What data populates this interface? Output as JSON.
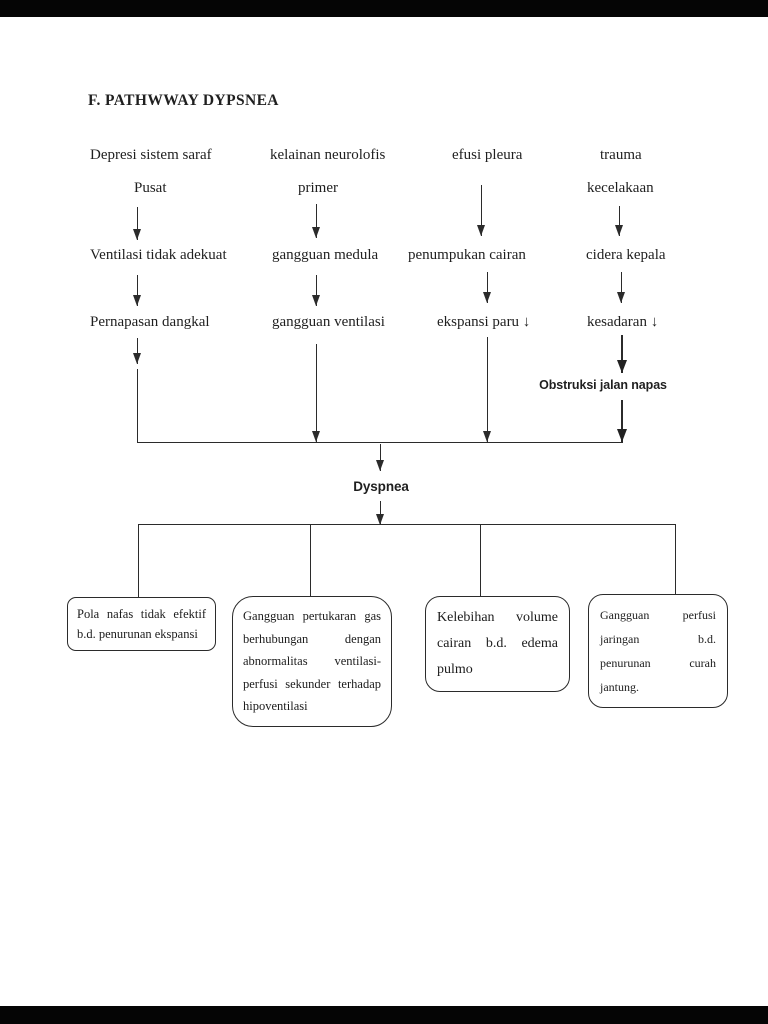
{
  "document": {
    "title": "F. PATHWWAY DYPSNEA",
    "diagram": {
      "columns": [
        {
          "cause_line1": "Depresi sistem saraf",
          "cause_line2": "Pusat",
          "effect1": "Ventilasi tidak adekuat",
          "effect2": "Pernapasan dangkal"
        },
        {
          "cause_line1": "kelainan neurolofis",
          "cause_line2": "primer",
          "effect1": "gangguan medula",
          "effect2": "gangguan ventilasi"
        },
        {
          "cause_line1": "efusi pleura",
          "cause_line2": "",
          "effect1": "penumpukan cairan",
          "effect2": "ekspansi paru ↓"
        },
        {
          "cause_line1": "trauma",
          "cause_line2": "kecelakaan",
          "effect1": "cidera kepala",
          "effect2": "kesadaran ↓"
        }
      ],
      "obstruction_label": "Obstruksi jalan napas",
      "central_node": "Dyspnea",
      "outcome_boxes": [
        {
          "lines": [
            "Pola nafas tidak efektif",
            "b.d. penurunan ekspansi"
          ]
        },
        {
          "lines": [
            "Gangguan pertukaran gas",
            "berhubungan dengan",
            "abnormalitas ventilasi-",
            "perfusi sekunder terhadap",
            "hipoventilasi"
          ]
        },
        {
          "lines": [
            "Kelebihan volume",
            "cairan b.d. edema",
            "pulmo"
          ]
        },
        {
          "lines": [
            "Gangguan perfusi",
            "jaringan b.d.",
            "penurunan curah",
            "jantung."
          ]
        }
      ]
    }
  },
  "colors": {
    "ink": "#1f1f1f",
    "line": "#2b2b2b",
    "page_bg": "#ffffff",
    "letterbox": "#050505"
  }
}
